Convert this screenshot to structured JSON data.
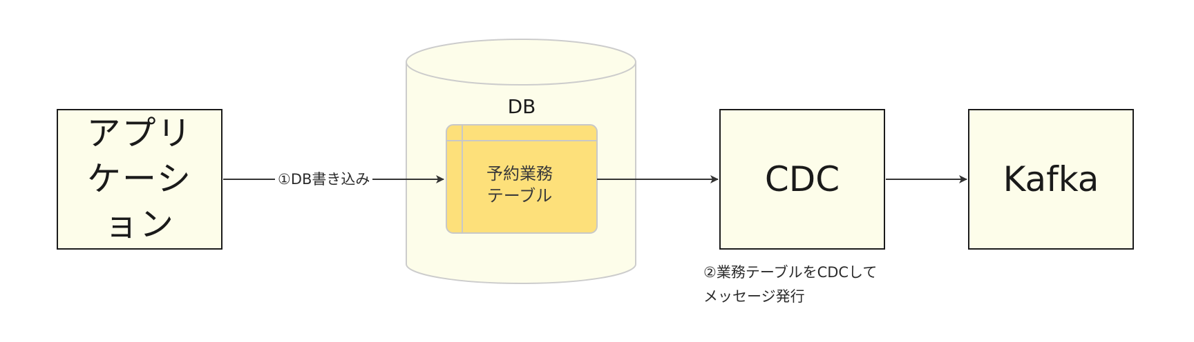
{
  "nodes": {
    "application": "アプリケーション",
    "db": "DB",
    "business_table": [
      "予約業務",
      "テーブル"
    ],
    "cdc": "CDC",
    "kafka": "Kafka"
  },
  "edges": {
    "write_label": "①DB書き込み",
    "cdc_label": [
      "②業務テーブルをCDCして",
      "メッセージ発行"
    ]
  },
  "colors": {
    "box_fill": "#fdfdea",
    "box_border": "#1a1a1a",
    "cylinder_fill": "#fdfdea",
    "cylinder_stroke": "#cccccc",
    "table_fill": "#fde07a",
    "table_stroke": "#c8c8c8",
    "arrow": "#333333"
  }
}
